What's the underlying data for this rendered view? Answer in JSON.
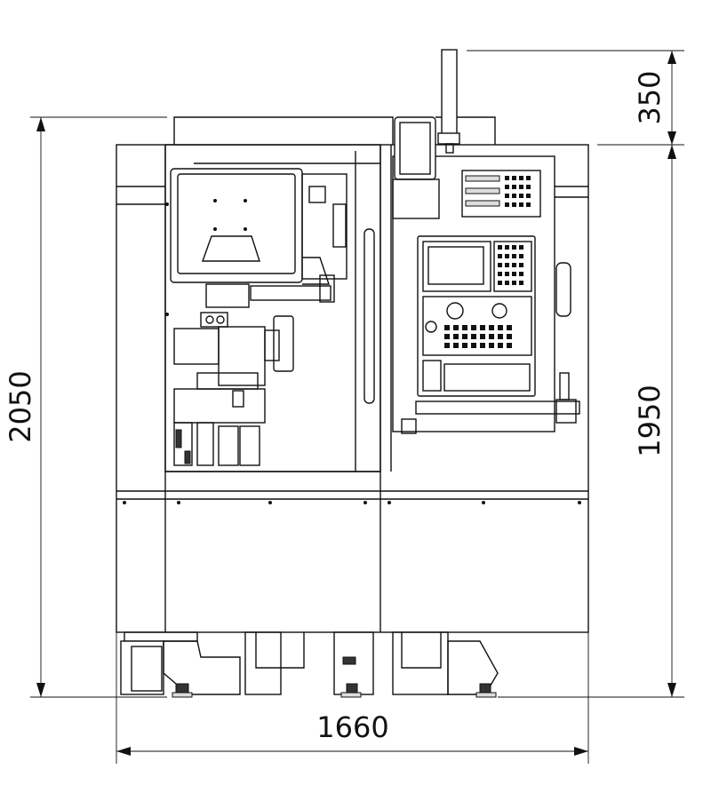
{
  "dimensions": {
    "overall_height": "2050",
    "machine_height": "1950",
    "top_extension": "350",
    "width": "1660"
  }
}
